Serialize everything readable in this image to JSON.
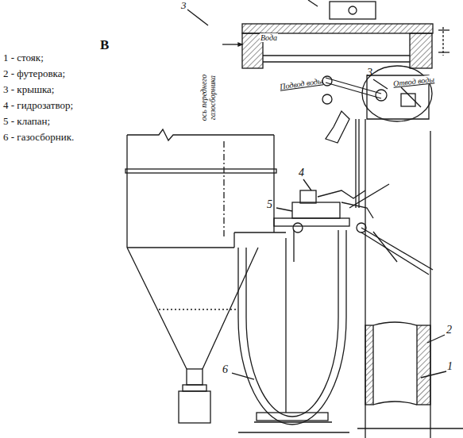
{
  "diagram": {
    "labels": [
      "В",
      "1 - стояк;",
      "2 - футеровка;",
      "3 - крышка;",
      "4 - гидрозатвор;",
      "5 - клапан;",
      "6 - газосборник.",
      "3",
      "Вода",
      "Подвод воды",
      "Отвод воды",
      "3",
      "4",
      "5",
      "2",
      "1",
      "6",
      "ось переднего газосборника"
    ]
  }
}
